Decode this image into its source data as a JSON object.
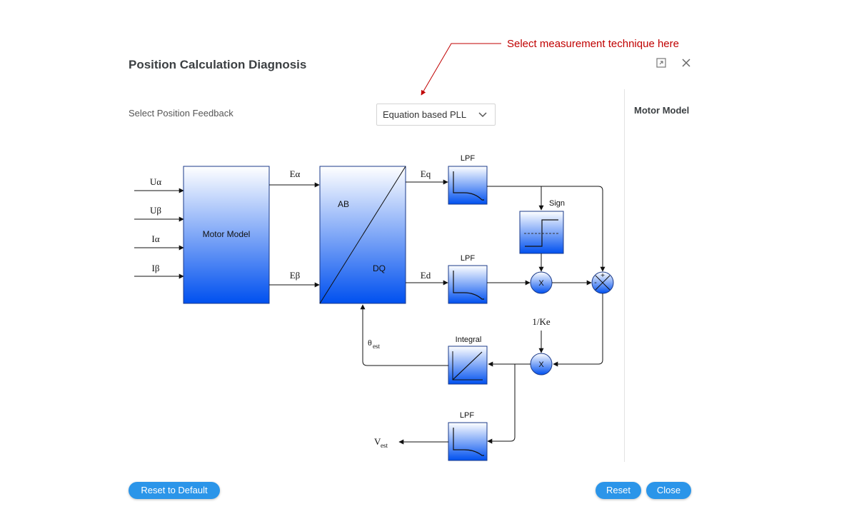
{
  "dialog": {
    "title": "Position Calculation Diagnosis",
    "callout": "Select measurement technique here",
    "callout_color": "#c00000",
    "expand_icon": "expand-icon",
    "close_icon": "close-icon"
  },
  "feedback": {
    "label": "Select Position Feedback",
    "selected": "Equation based PLL"
  },
  "side_panel": {
    "title": "Motor Model"
  },
  "diagram": {
    "inputs": [
      "Uα",
      "Uβ",
      "Iα",
      "Iβ"
    ],
    "motor_model_label": "Motor Model",
    "e_alpha": "Eα",
    "e_beta": "Eβ",
    "ab_label": "AB",
    "dq_label": "DQ",
    "eq_label": "Eq",
    "ed_label": "Ed",
    "lpf_label": "LPF",
    "sign_label": "Sign",
    "integral_label": "Integral",
    "multiply_label": "X",
    "plus_sign": "+",
    "minus_sign": "-",
    "ke_label": "1/Ke",
    "theta_main": "θ",
    "theta_sub": "est",
    "v_main": "V",
    "v_sub": "est",
    "block_gradient_top": "#ffffff",
    "block_gradient_bottom": "#0050ef"
  },
  "buttons": {
    "reset_default": "Reset to Default",
    "reset": "Reset",
    "close": "Close",
    "color": "#2b95e9"
  }
}
